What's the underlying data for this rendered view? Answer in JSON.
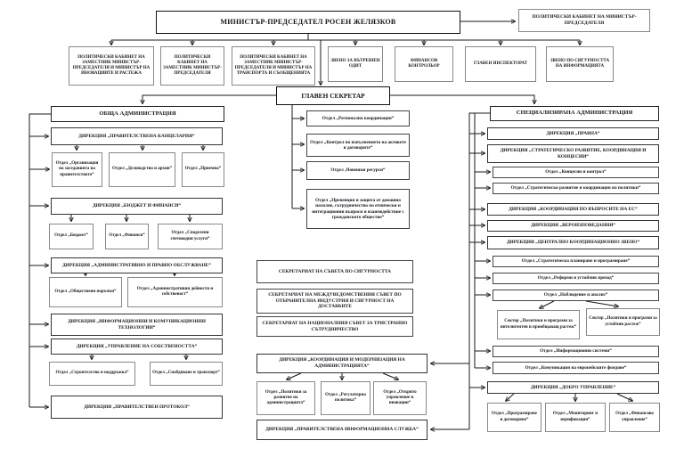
{
  "org": {
    "pm": "МИНИСТЪР-ПРЕДСЕДАТЕЛ РОСЕН ЖЕЛЯЗКОВ",
    "pm_cabinet": "ПОЛИТИЧЕСКИ КАБИНЕТ НА МИНИСТЪР-ПРЕДСЕДАТЕЛЯ",
    "row2": [
      "ПОЛИТИЧЕСКИ КАБИНЕТ НА ЗАМЕСТНИК МИНИСТЪР-ПРЕДСЕДАТЕЛЯ И МИНИСТЪР НА ИНОВАЦИИТЕ И РАСТЕЖА",
      "ПОЛИТИЧЕСКИ КАБИНЕТ НА ЗАМЕСТНИК МИНИСТЪР-ПРЕДСЕДАТЕЛЯ",
      "ПОЛИТИЧЕСКИ КАБИНЕТ НА ЗАМЕСТНИК МИНИСТЪР-ПРЕДСЕДАТЕЛЯ И МИНИСТЪР НА ТРАНСПОРТА И СЪОБЩЕНИЯТА",
      "ЗВЕНО ЗА ВЪТРЕШЕН ОДИТ",
      "ФИНАНСОВ КОНТРОЛЬОР",
      "ГЛАВЕН ИНСПЕКТОРАТ",
      "ЗВЕНО ПО СИГУРНОСТТА НА ИНФОРМАЦИЯТА"
    ],
    "chief_secretary": "ГЛАВЕН СЕКРЕТАР",
    "cs_units": [
      "Отдел „Регионална координация“",
      "Отдел „Контрол по изпълнението на актовете и договорите“",
      "Отдел „Човешки ресурси“",
      "Отдел „Превенция и защита от домашно насилие, сътрудничество по етнически и интеграционни въпроси и взаимодействие с гражданското общество“"
    ],
    "secretariats": [
      "СЕКРЕТАРИАТ НА СЪВЕТА ПО СИГУРНОСТТА",
      "СЕКРЕТАРИАТ НА МЕЖДУВЕДОМСТВЕНИЯ СЪВЕТ ПО ОТБРАНИТЕЛНА ИНДУСТРИЯ И СИГУРНОСТ НА ДОСТАВКИТЕ",
      "СЕКРЕТАРИАТ НА НАЦИОНАЛНИЯ СЪВЕТ ЗА ТРИСТРАННО СЪТРУДНИЧЕСТВО"
    ],
    "mid": {
      "dir_coord": "ДИРЕКЦИЯ „КООРДИНАЦИЯ И МОДЕРНИЗАЦИЯ НА АДМИНИСТРАЦИЯТА“",
      "dir_coord_children": [
        "Отдел „Политики за развитие на администрацията“",
        "Отдел „Регулаторна политика“",
        "Отдел „Открито управление и иновации“"
      ],
      "dir_gis": "ДИРЕКЦИЯ „ПРАВИТЕЛСТВЕНА ИНФОРМАЦИОННА СЛУЖБА“"
    },
    "general": {
      "header": "ОБЩА АДМИНИСТРАЦИЯ",
      "d1": "ДИРЕКЦИЯ „ПРАВИТЕЛСТВЕНА КАНЦЕЛАРИЯ“",
      "d1_children": [
        "Отдел „Организация на заседанията на правителството“",
        "Отдел „Деловодство и архив“",
        "Отдел „Приемна“"
      ],
      "d2": "ДИРЕКЦИЯ „БЮДЖЕТ И ФИНАНСИ“",
      "d2_children": [
        "Отдел „Бюджет“",
        "Отдел „Финанси“",
        "Отдел „Споделени счетоводни услуги“"
      ],
      "d3": "ДИРЕКЦИЯ „АДМИНИСТРАТИВНО И ПРАВНО ОБСЛУЖВАНЕ“",
      "d3_children": [
        "Отдел „Обществени поръчки“",
        "Отдел „Административни дейности и собственост“"
      ],
      "d4": "ДИРЕКЦИЯ „ИНФОРМАЦИОННИ И КОМУНИКАЦИОННИ ТЕХНОЛОГИИ“",
      "d5": "ДИРЕКЦИЯ „УПРАВЛЕНИЕ НА СОБСТВЕНОСТТА“",
      "d5_children": [
        "Отдел „Строителство и поддръжка“",
        "Отдел „Снабдяване и транспорт“"
      ],
      "d6": "ДИРЕКЦИЯ „ПРАВИТЕЛСТВЕН ПРОТОКОЛ“"
    },
    "specialized": {
      "header": "СПЕЦИАЛИЗИРАНА АДМИНИСТРАЦИЯ",
      "items": [
        "ДИРЕКЦИЯ „ПРАВНА“",
        "ДИРЕКЦИЯ „СТРАТЕГИЧЕСКО РАЗВИТИЕ, КООРДИНАЦИЯ И КОНЦЕСИИ“",
        "Отдел „Концесии и контрол“",
        "Отдел „Стратегическо развитие и координация на политики“",
        "ДИРЕКЦИЯ „КООРДИНАЦИЯ ПО ВЪПРОСИТЕ НА ЕС“",
        "ДИРЕКЦИЯ „ВЕРОИЗПОВЕДАНИЯ“",
        "ДИРЕКЦИЯ „ЦЕНТРАЛНО КООРДИНАЦИОННО ЗВЕНО“",
        "Отдел „Стратегическо планиране и програмиране“",
        "Отдел „Реформи и устойчив преход“",
        "Отдел „Наблюдение и анализ“",
        "Отдел „Информационни системи“",
        "Отдел „Комуникация на европейските фондове“"
      ],
      "sectors": [
        "Сектор „Политики и програми за интелигентен и приобщаващ растеж“",
        "Сектор „Политики и програми за устойчив растеж“"
      ],
      "dir_good_gov": "ДИРЕКЦИЯ „ДОБРО УПРАВЛЕНИЕ“",
      "dir_good_gov_children": [
        "Отдел „Програмиране и договаряне“",
        "Отдел „Мониторинг и верификация“",
        "Отдел „Финансово управление“"
      ]
    }
  }
}
